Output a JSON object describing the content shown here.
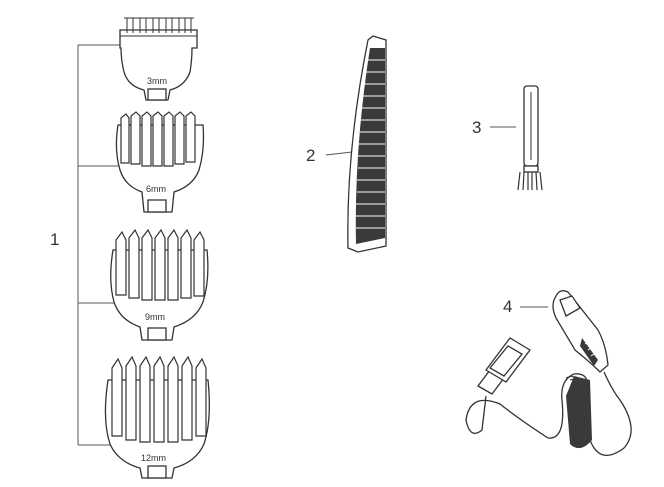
{
  "callouts": {
    "guide_combs": "1",
    "comb": "2",
    "cleaning_brush": "3",
    "usb_cable": "4"
  },
  "guide_sizes": [
    "3mm",
    "6mm",
    "9mm",
    "12mm"
  ],
  "colors": {
    "line": "#333333",
    "fill_dark": "#3a3a3a",
    "fill_light": "#ffffff"
  }
}
